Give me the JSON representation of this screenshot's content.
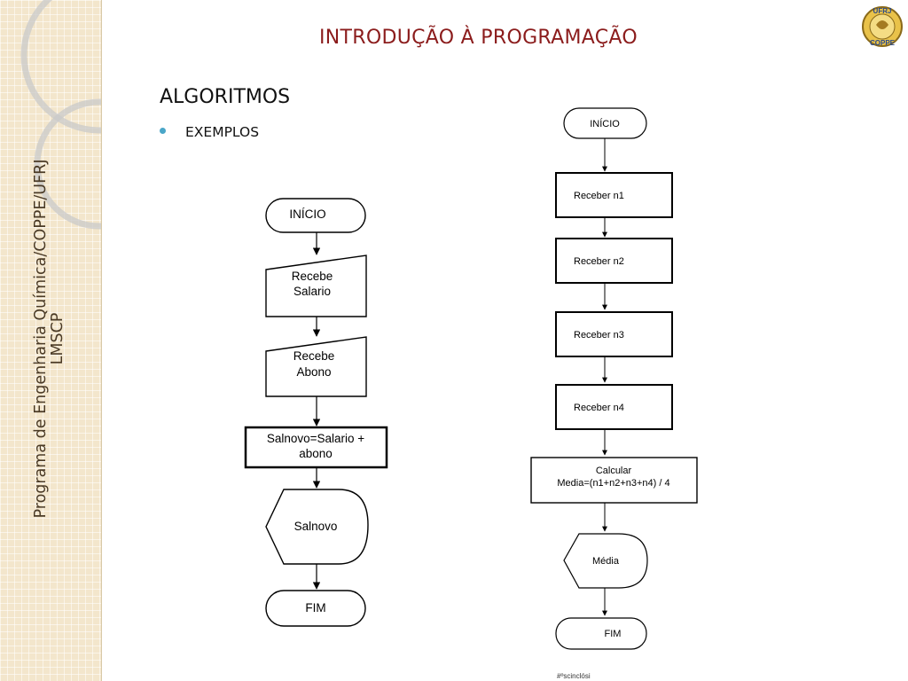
{
  "sidebar": {
    "line1": "Programa de Engenharia Química/COPPE/UFRJ",
    "line2": "LMSCP"
  },
  "header": {
    "title": "INTRODUÇÃO À PROGRAMAÇÃO"
  },
  "logo": {
    "text_top": "UFRJ",
    "text_bottom": "COPPE"
  },
  "section": {
    "title": "ALGORITMOS",
    "bullet": "EXEMPLOS"
  },
  "flowchart1": {
    "start": "INÍCIO",
    "input1": [
      "Recebe",
      "Salario"
    ],
    "input2": [
      "Recebe",
      "Abono"
    ],
    "process": [
      "Salnovo=Salario +",
      "abono"
    ],
    "output": "Salnovo",
    "end": "FIM"
  },
  "flowchart2": {
    "start": "INÍCIO",
    "step1": "Receber n1",
    "step2": "Receber n2",
    "step3": "Receber n3",
    "step4": "Receber n4",
    "calc": [
      "Calcular",
      "Media=(n1+n2+n3+n4) / 4"
    ],
    "output": "Média",
    "end": "FIM"
  },
  "footer": {
    "note": "#ºscinclósi"
  }
}
